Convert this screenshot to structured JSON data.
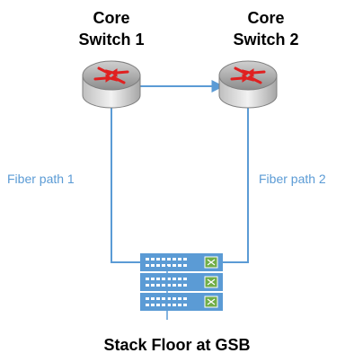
{
  "core_switch_1": {
    "line1": "Core",
    "line2": "Switch 1"
  },
  "core_switch_2": {
    "line1": "Core",
    "line2": "Switch 2"
  },
  "fiber_path_1": "Fiber path 1",
  "fiber_path_2": "Fiber path 2",
  "stack_label": "Stack Floor at GSB",
  "colors": {
    "link": "#5b9bd5",
    "router_arrow": "#e02020",
    "router_body": "#d9d9d9",
    "switch_body": "#5b9bd5"
  },
  "icons": [
    "router-icon",
    "switch-stack-icon"
  ]
}
